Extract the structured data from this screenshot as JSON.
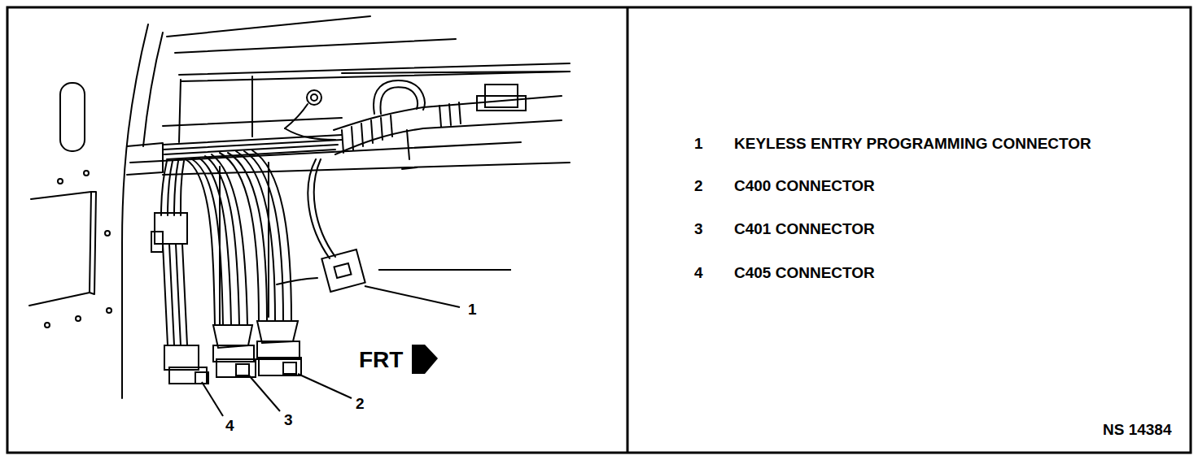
{
  "diagram": {
    "labels": [
      "1",
      "2",
      "3",
      "4",
      "FRT",
      "1",
      "KEYLESS ENTRY PROGRAMMING CONNECTOR",
      "2",
      "C400 CONNECTOR",
      "3",
      "C401 CONNECTOR",
      "4",
      "C405 CONNECTOR",
      "NS 14384"
    ]
  }
}
